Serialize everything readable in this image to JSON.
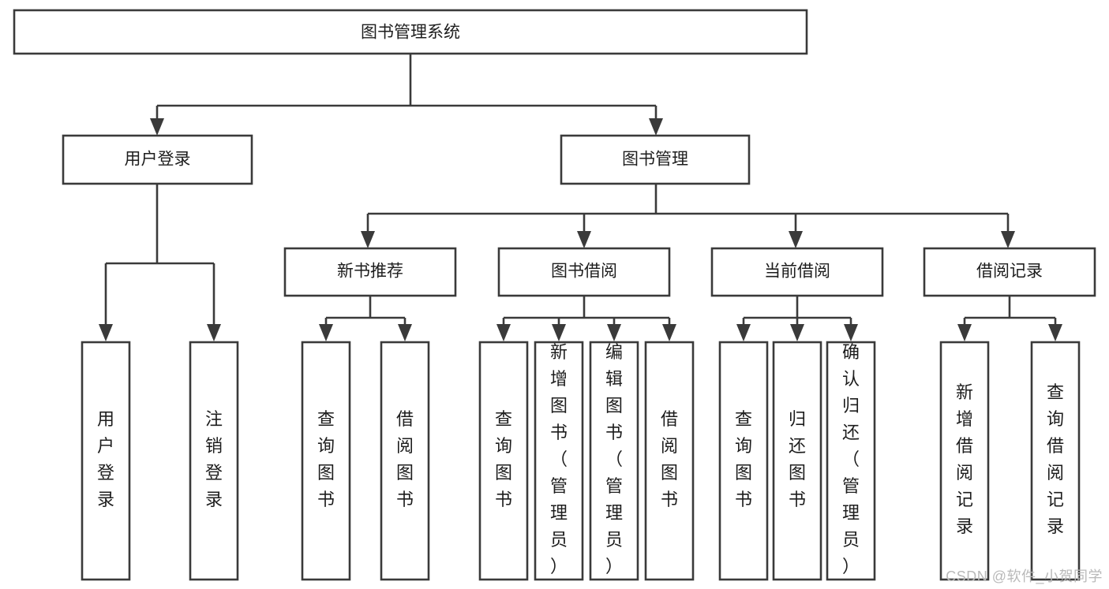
{
  "diagram": {
    "type": "hierarchy-tree",
    "title": "图书管理系统",
    "watermark": "CSDN @软件_小贺同学",
    "colors": {
      "stroke": "#3a3a3a",
      "box_fill": "#ffffff",
      "text": "#1d1d1d",
      "background": "#ffffff",
      "watermark": "#b9b9b9"
    },
    "levels": {
      "root": {
        "label": "图书管理系统"
      },
      "level2": [
        {
          "label": "用户登录"
        },
        {
          "label": "图书管理"
        }
      ],
      "level3": [
        {
          "label": "新书推荐"
        },
        {
          "label": "图书借阅"
        },
        {
          "label": "当前借阅"
        },
        {
          "label": "借阅记录"
        }
      ],
      "leaves": [
        {
          "label": "用户登录",
          "parent": "用户登录"
        },
        {
          "label": "注销登录",
          "parent": "用户登录"
        },
        {
          "label": "查询图书",
          "parent": "新书推荐"
        },
        {
          "label": "借阅图书",
          "parent": "新书推荐"
        },
        {
          "label": "查询图书",
          "parent": "图书借阅"
        },
        {
          "label": "新增图书（管理员）",
          "parent": "图书借阅"
        },
        {
          "label": "编辑图书（管理员）",
          "parent": "图书借阅"
        },
        {
          "label": "借阅图书",
          "parent": "图书借阅"
        },
        {
          "label": "查询图书",
          "parent": "当前借阅"
        },
        {
          "label": "归还图书",
          "parent": "当前借阅"
        },
        {
          "label": "确认归还（管理员）",
          "parent": "当前借阅"
        },
        {
          "label": "新增借阅记录",
          "parent": "借阅记录"
        },
        {
          "label": "查询借阅记录",
          "parent": "借阅记录"
        }
      ]
    }
  }
}
